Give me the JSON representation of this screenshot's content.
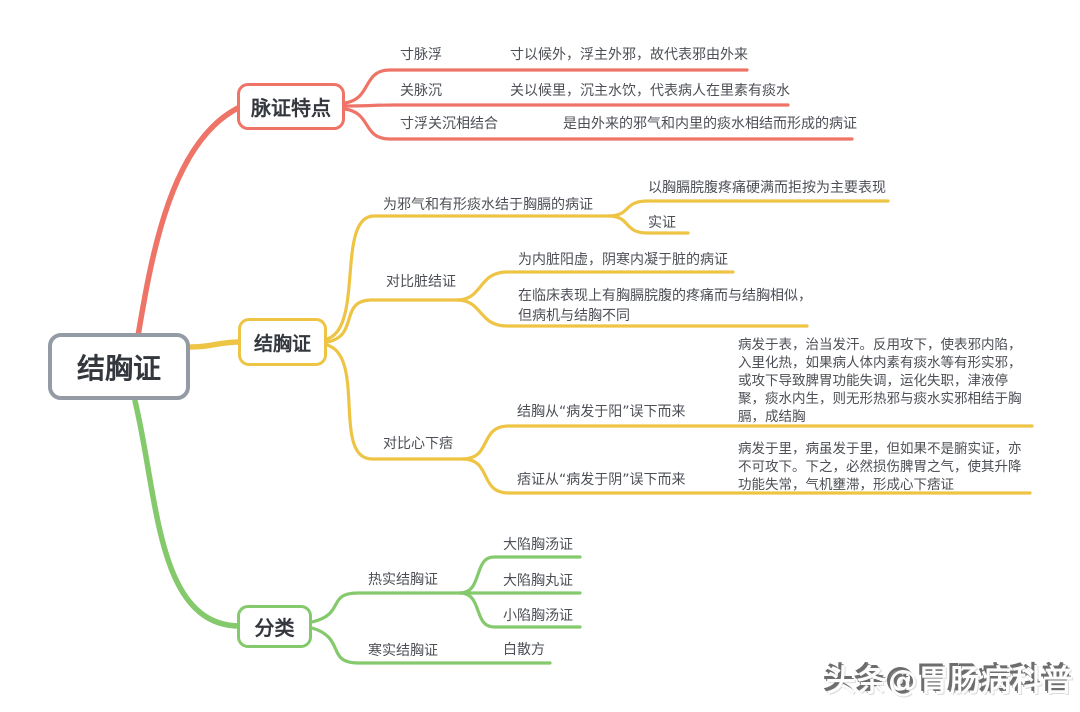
{
  "colors": {
    "red": "#ee7468",
    "yellow": "#eec445",
    "green": "#84c96c",
    "gray": "#949ba4",
    "text": "#4c4f55"
  },
  "root": {
    "label": "结胸证"
  },
  "branches": {
    "pulse": {
      "label": "脉证特点",
      "children": [
        {
          "label": "寸脉浮",
          "detail": "寸以候外，浮主外邪，故代表邪由外来"
        },
        {
          "label": "关脉沉",
          "detail": "关以候里，沉主水饮，代表病人在里素有痰水"
        },
        {
          "label": "寸浮关沉相结合",
          "detail": "是由外来的邪气和内里的痰水相结而形成的病证"
        }
      ]
    },
    "syndrome": {
      "label": "结胸证",
      "children": [
        {
          "label": "为邪气和有形痰水结于胸膈的病证",
          "children": [
            {
              "label": "以胸膈脘腹疼痛硬满而拒按为主要表现"
            },
            {
              "label": "实证"
            }
          ]
        },
        {
          "label": "对比脏结证",
          "children": [
            {
              "label": "为内脏阳虚，阴寒内凝于脏的病证"
            },
            {
              "label": "在临床表现上有胸膈脘腹的疼痛而与结胸相似，\n但病机与结胸不同"
            }
          ]
        },
        {
          "label": "对比心下痞",
          "children": [
            {
              "label": "结胸从“病发于阳”误下而来",
              "detail": "病发于表，治当发汗。反用攻下，使表邪内陷，\n入里化热，如果病人体内素有痰水等有形实邪，\n或攻下导致脾胃功能失调，运化失职，津液停\n聚，痰水内生，则无形热邪与痰水实邪相结于胸\n膈，成结胸"
            },
            {
              "label": "痞证从“病发于阴”误下而来",
              "detail": "病发于里，病虽发于里，但如果不是腑实证，亦\n不可攻下。下之，必然损伤脾胃之气，使其升降\n功能失常，气机壅滞，形成心下痞证"
            }
          ]
        }
      ]
    },
    "classification": {
      "label": "分类",
      "children": [
        {
          "label": "热实结胸证",
          "children": [
            {
              "label": "大陷胸汤证"
            },
            {
              "label": "大陷胸丸证"
            },
            {
              "label": "小陷胸汤证"
            }
          ]
        },
        {
          "label": "寒实结胸证",
          "children": [
            {
              "label": "白散方"
            }
          ]
        }
      ]
    }
  },
  "watermark": {
    "text": "头条@胃肠病科普"
  }
}
